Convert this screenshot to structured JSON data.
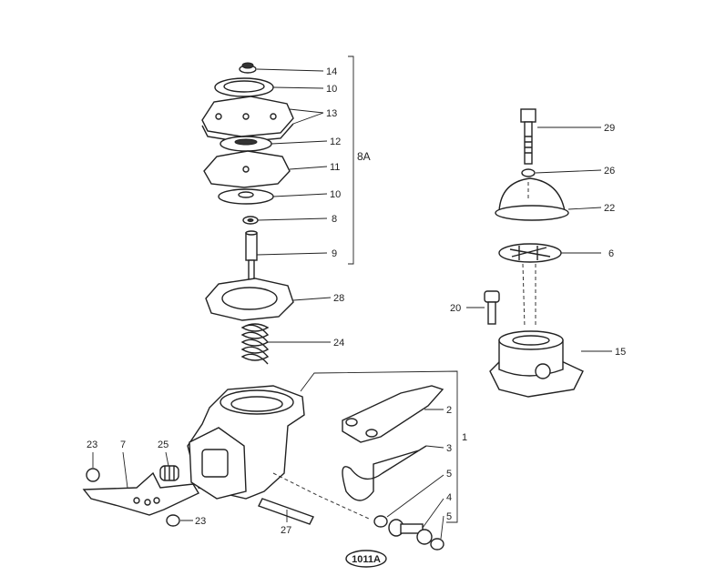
{
  "diagram": {
    "drawing_number": "1011A",
    "assembly_labels": {
      "diaphragm_assembly": "8A",
      "lever_assembly": "1"
    },
    "callouts": {
      "c14": "14",
      "c10a": "10",
      "c13": "13",
      "c12": "12",
      "c11": "11",
      "c10b": "10",
      "c8": "8",
      "c9": "9",
      "c28": "28",
      "c24": "24",
      "c2": "2",
      "c3": "3",
      "c5a": "5",
      "c4": "4",
      "c5b": "5",
      "c27": "27",
      "c23a": "23",
      "c7": "7",
      "c25": "25",
      "c23b": "23",
      "c29": "29",
      "c26": "26",
      "c22": "22",
      "c6": "6",
      "c20": "20",
      "c15": "15"
    }
  }
}
